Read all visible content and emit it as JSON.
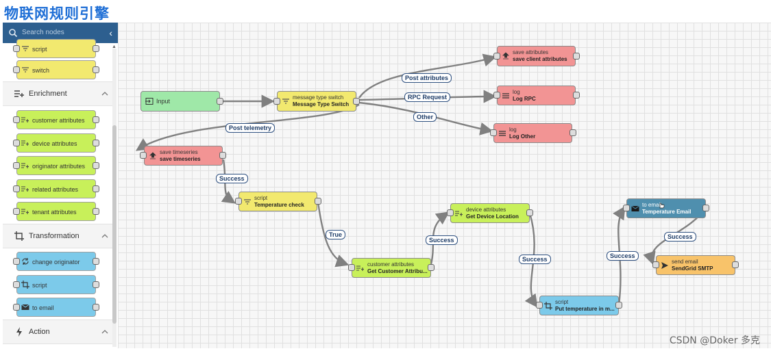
{
  "page": {
    "title": "物联网规则引擎",
    "watermark": "CSDN @Doker 多克"
  },
  "search": {
    "placeholder": "Search nodes"
  },
  "sidebar": {
    "filter_nodes": [
      "script",
      "switch"
    ],
    "sections": {
      "enrichment": {
        "title": "Enrichment",
        "items": [
          "customer attributes",
          "device attributes",
          "originator attributes",
          "related attributes",
          "tenant attributes"
        ]
      },
      "transformation": {
        "title": "Transformation",
        "items": [
          "change originator",
          "script",
          "to email"
        ]
      },
      "action": {
        "title": "Action"
      }
    }
  },
  "nodes": {
    "input": {
      "label": "Input"
    },
    "switch": {
      "type": "message type switch",
      "name": "Message Type Switch"
    },
    "save_attr": {
      "type": "save attributes",
      "name": "save client attributes"
    },
    "log_rpc": {
      "type": "log",
      "name": "Log RPC"
    },
    "log_other": {
      "type": "log",
      "name": "Log Other"
    },
    "save_ts": {
      "type": "save timeseries",
      "name": "save timeseries"
    },
    "script1": {
      "type": "script",
      "name": "Temperature check"
    },
    "cust_attr": {
      "type": "customer attributes",
      "name": "Get Customer Attribu..."
    },
    "dev_attr": {
      "type": "device attributes",
      "name": "Get Device Location"
    },
    "script2": {
      "type": "script",
      "name": "Put temperature in m..."
    },
    "to_email": {
      "type": "to email",
      "name": "Temperature Email"
    },
    "send_email": {
      "type": "send email",
      "name": "SendGrid SMTP"
    }
  },
  "links": {
    "post_attributes": "Post attributes",
    "rpc_request": "RPC Request",
    "other": "Other",
    "post_telemetry": "Post telemetry",
    "success1": "Success",
    "true": "True",
    "success2": "Success",
    "success3": "Success",
    "success4": "Success",
    "success5": "Success"
  },
  "colors": {
    "filter": "#f2e96f",
    "enrichment": "#c8f05a",
    "transformation": "#7ccaea",
    "action": "#f29494",
    "input": "#9fe8a8",
    "external": "#f8c36a",
    "email": "#4f8fae"
  },
  "icons": [
    "search-icon",
    "chevron-left-icon",
    "filter-icon",
    "enrichment-icon",
    "transformation-icon",
    "action-icon",
    "chevron-up-icon",
    "input-icon",
    "upload-icon",
    "list-icon",
    "email-icon",
    "send-icon",
    "crop-icon",
    "swap-icon",
    "cursor-hand-icon"
  ]
}
